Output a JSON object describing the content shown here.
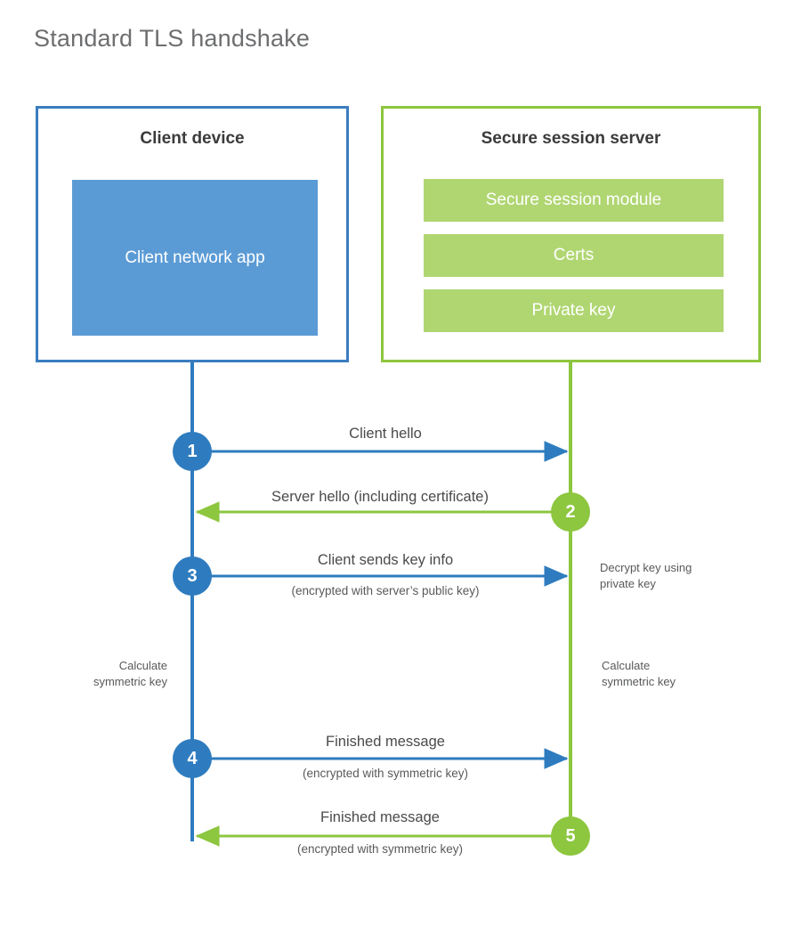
{
  "title": "Standard TLS handshake",
  "colors": {
    "client_border": "#3b7dbf",
    "client_fill": "#5b9bd5",
    "server_border": "#8dc63f",
    "server_fill": "#b0d672",
    "client_line": "#2e7cbf",
    "server_line": "#8dc63f",
    "title_text": "#6d6e70",
    "body_text": "#4a4a4a",
    "background": "#ffffff"
  },
  "client": {
    "title": "Client device",
    "app_label": "Client network app"
  },
  "server": {
    "title": "Secure session server",
    "items": [
      {
        "label": "Secure session module"
      },
      {
        "label": "Certs"
      },
      {
        "label": "Private key"
      }
    ]
  },
  "steps": [
    {
      "number": "1",
      "label": "Client hello",
      "sub": "",
      "direction": "client-to-server",
      "color": "blue"
    },
    {
      "number": "2",
      "label": "Server hello (including certificate)",
      "sub": "",
      "direction": "server-to-client",
      "color": "green"
    },
    {
      "number": "3",
      "label": "Client sends key info",
      "sub": "(encrypted with server’s public key)",
      "direction": "client-to-server",
      "color": "blue"
    },
    {
      "number": "4",
      "label": "Finished message",
      "sub": "(encrypted with symmetric key)",
      "direction": "client-to-server",
      "color": "blue"
    },
    {
      "number": "5",
      "label": "Finished message",
      "sub": "(encrypted with symmetric key)",
      "direction": "server-to-client",
      "color": "green"
    }
  ],
  "notes": {
    "decrypt_key": "Decrypt key using\nprivate key",
    "calc_key_client": "Calculate\nsymmetric key",
    "calc_key_server": "Calculate\nsymmetric key"
  }
}
